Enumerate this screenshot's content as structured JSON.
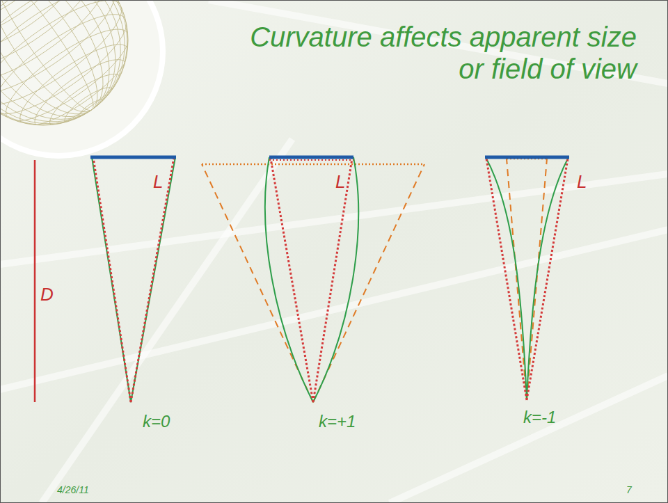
{
  "diagram": {
    "title": "Curvature affects apparent size or field of view",
    "labels": [
      "L",
      "L",
      "L",
      "D",
      "k=0",
      "k=+1",
      "k=-1",
      "4/26/11",
      "7"
    ]
  }
}
